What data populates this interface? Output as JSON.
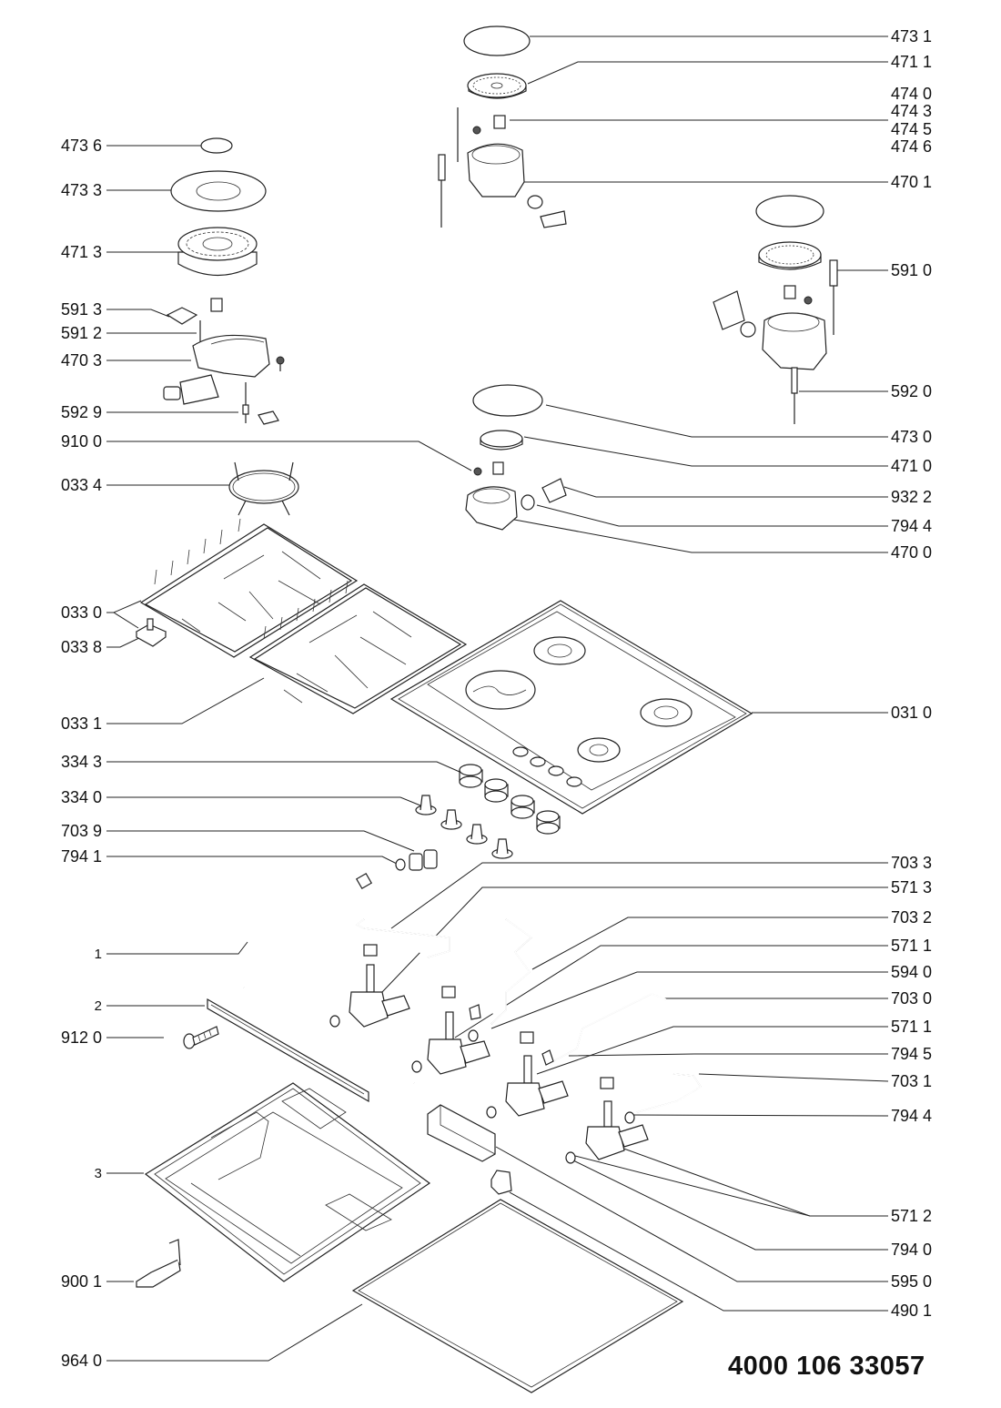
{
  "document": {
    "type": "exploded parts diagram",
    "subject": "gas hob",
    "document_number": "4000 106 33057"
  },
  "labels_left": [
    {
      "id": "l1",
      "text": "473 6",
      "target": "burner-cap-small-left"
    },
    {
      "id": "l2",
      "text": "473 3",
      "target": "burner-ring-left"
    },
    {
      "id": "l3",
      "text": "471 3",
      "target": "burner-crown-left"
    },
    {
      "id": "l4",
      "text": "591 3",
      "target": "clip-left"
    },
    {
      "id": "l5",
      "text": "591 2",
      "target": "ignition-plug-left"
    },
    {
      "id": "l6",
      "text": "470 3",
      "target": "burner-body-left"
    },
    {
      "id": "l7",
      "text": "592 9",
      "target": "thermocouple-left"
    },
    {
      "id": "l8",
      "text": "910 0",
      "target": "screw-center"
    },
    {
      "id": "l9",
      "text": "033 4",
      "target": "wok-ring"
    },
    {
      "id": "l10",
      "text": "033 0",
      "target": "pan-support-left"
    },
    {
      "id": "l11",
      "text": "033 8",
      "target": "rubber-foot"
    },
    {
      "id": "l12",
      "text": "033 1",
      "target": "pan-support-right"
    },
    {
      "id": "l13",
      "text": "334 3",
      "target": "knob-caps"
    },
    {
      "id": "l14",
      "text": "334 0",
      "target": "knob-bezels"
    },
    {
      "id": "l15",
      "text": "703 9",
      "target": "gas-inlet-connector"
    },
    {
      "id": "l16",
      "text": "794 1",
      "target": "inlet-seal"
    },
    {
      "id": "l17",
      "text": "1",
      "target": "gas-manifold"
    },
    {
      "id": "l18",
      "text": "2",
      "target": "manifold-bracket"
    },
    {
      "id": "l19",
      "text": "912 0",
      "target": "screw"
    },
    {
      "id": "l20",
      "text": "3",
      "target": "bottom-tray"
    },
    {
      "id": "l21",
      "text": "900 1",
      "target": "fixing-clamp"
    },
    {
      "id": "l22",
      "text": "964 0",
      "target": "seal-gasket"
    }
  ],
  "labels_right": [
    {
      "id": "r1",
      "text": "473 1",
      "target": "burner-cap-top"
    },
    {
      "id": "r2",
      "text": "471 1",
      "target": "burner-crown-top"
    },
    {
      "id": "r3",
      "text": "474 0",
      "target": "injector-group"
    },
    {
      "id": "r4",
      "text": "474 3",
      "target": "injector-group"
    },
    {
      "id": "r5",
      "text": "474 5",
      "target": "injector-group"
    },
    {
      "id": "r6",
      "text": "474 6",
      "target": "injector-group"
    },
    {
      "id": "r7",
      "text": "470 1",
      "target": "burner-body-top"
    },
    {
      "id": "r8",
      "text": "591 0",
      "target": "ignition-plug-right"
    },
    {
      "id": "r9",
      "text": "592 0",
      "target": "thermocouple-right"
    },
    {
      "id": "r10",
      "text": "473 0",
      "target": "burner-cap-center"
    },
    {
      "id": "r11",
      "text": "471 0",
      "target": "burner-crown-center"
    },
    {
      "id": "r12",
      "text": "932 2",
      "target": "clip-center"
    },
    {
      "id": "r13",
      "text": "794 4",
      "target": "seal-center"
    },
    {
      "id": "r14",
      "text": "470 0",
      "target": "burner-body-center"
    },
    {
      "id": "r15",
      "text": "031 0",
      "target": "hob-top-plate"
    },
    {
      "id": "r16",
      "text": "703 3",
      "target": "gas-pipe-1"
    },
    {
      "id": "r17",
      "text": "571 3",
      "target": "gas-valve-1"
    },
    {
      "id": "r18",
      "text": "703 2",
      "target": "gas-pipe-2"
    },
    {
      "id": "r19",
      "text": "571 1",
      "target": "gas-valve-2"
    },
    {
      "id": "r20",
      "text": "594 0",
      "target": "microswitch"
    },
    {
      "id": "r21",
      "text": "703 0",
      "target": "gas-pipe-3"
    },
    {
      "id": "r22",
      "text": "571 1",
      "target": "gas-valve-3"
    },
    {
      "id": "r23",
      "text": "794 5",
      "target": "valve-seal"
    },
    {
      "id": "r24",
      "text": "703 1",
      "target": "gas-pipe-4"
    },
    {
      "id": "r25",
      "text": "794 4",
      "target": "pipe-seal"
    },
    {
      "id": "r26",
      "text": "571 2",
      "target": "gas-valve-4"
    },
    {
      "id": "r27",
      "text": "794 0",
      "target": "valve-washer"
    },
    {
      "id": "r28",
      "text": "595 0",
      "target": "ignition-module"
    },
    {
      "id": "r29",
      "text": "490 1",
      "target": "cable-clamp"
    }
  ]
}
